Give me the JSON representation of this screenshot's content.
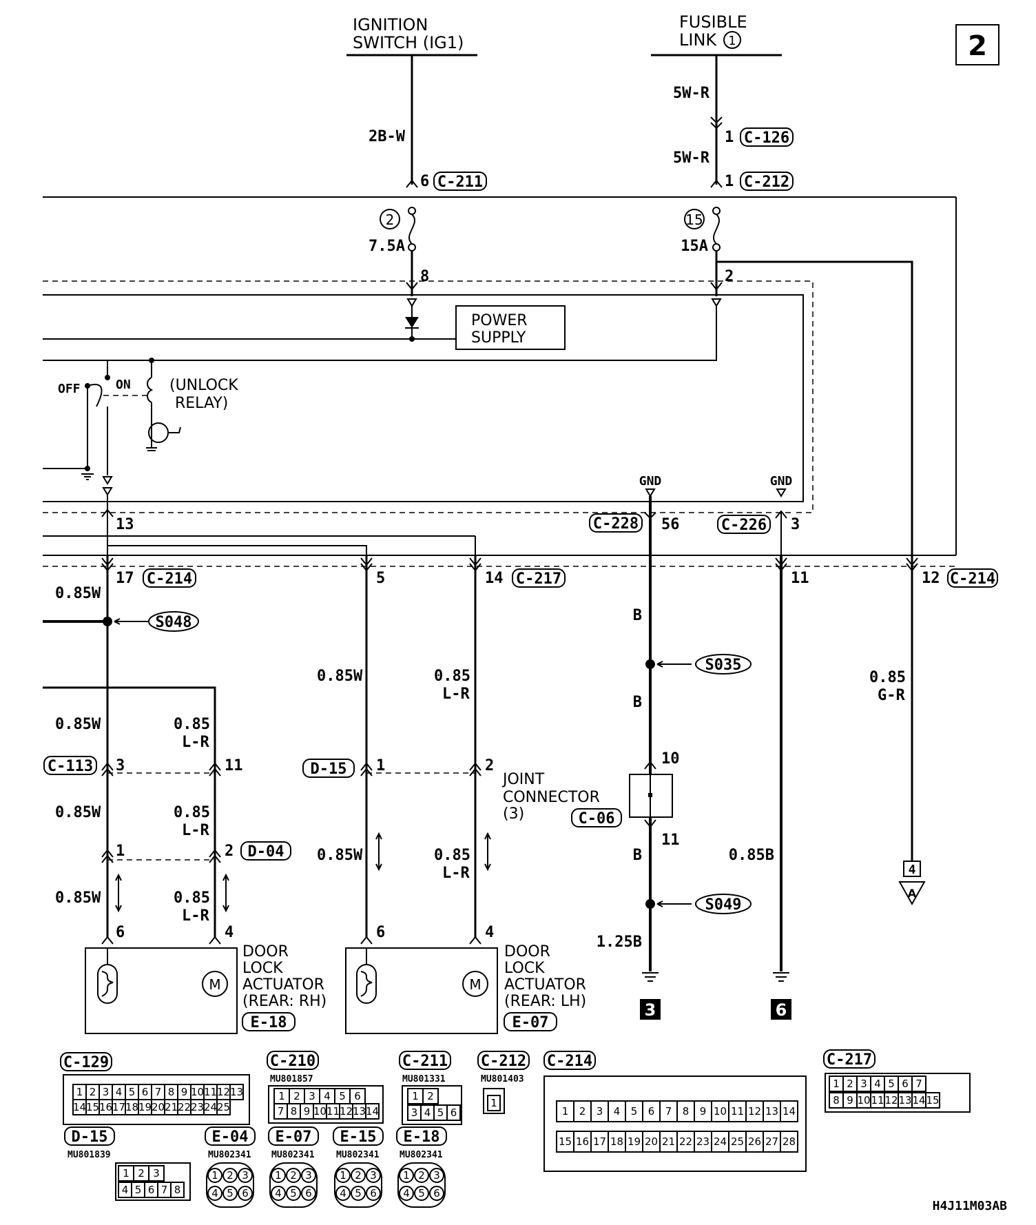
{
  "page_number": "2",
  "sources": {
    "ignition": [
      "IGNITION",
      "SWITCH (IG1)"
    ],
    "fusible": [
      "FUSIBLE",
      "LINK"
    ],
    "fusible_num": "1"
  },
  "wires": {
    "w2bw": "2B-W",
    "w5wr": "5W-R",
    "w085w": "0.85W",
    "w085": "0.85",
    "wlr": "L-R",
    "wb": "B",
    "wgr": "G-R",
    "w085b": "0.85B",
    "w125b": "1.25B"
  },
  "connectors": {
    "c126": "C-126",
    "c211": "C-211",
    "c212": "C-212",
    "c214": "C-214",
    "c217": "C-217",
    "c228": "C-228",
    "c226": "C-226",
    "c113": "C-113",
    "d15": "D-15",
    "d04": "D-04",
    "c06": "C-06",
    "e18": "E-18",
    "e07": "E-07",
    "c129": "C-129",
    "c210": "C-210",
    "e04": "E-04",
    "e15": "E-15"
  },
  "pins": {
    "p1": "1",
    "p2": "2",
    "p3": "3",
    "p4": "4",
    "p5": "5",
    "p6": "6",
    "p8": "8",
    "p10": "10",
    "p11": "11",
    "p12": "12",
    "p13": "13",
    "p14": "14",
    "p17": "17",
    "p56": "56"
  },
  "fuses": {
    "f2": "2",
    "f2a": "7.5A",
    "f15": "15",
    "f15a": "15A"
  },
  "blocks": {
    "power_supply": [
      "POWER",
      "SUPPLY"
    ],
    "unlock_relay": [
      "(UNLOCK",
      "RELAY)"
    ],
    "off": "OFF",
    "on": "ON",
    "gnd": "GND",
    "joint": [
      "JOINT",
      "CONNECTOR",
      "(3)"
    ],
    "actuator_rh": [
      "DOOR",
      "LOCK",
      "ACTUATOR",
      "(REAR: RH)"
    ],
    "actuator_lh": [
      "DOOR",
      "LOCK",
      "ACTUATOR",
      "(REAR: LH)"
    ]
  },
  "splices": {
    "s048": "S048",
    "s035": "S035",
    "s049": "S049"
  },
  "grounds": {
    "g3": "3",
    "g6": "6"
  },
  "arrow_ref": {
    "num": "4",
    "letter": "A"
  },
  "part_numbers": {
    "c210": "MU801857",
    "c211": "MU801331",
    "c212": "MU801403",
    "d15": "MU801839",
    "e04": "MU802341",
    "e07": "MU802341",
    "e15": "MU802341",
    "e18": "MU802341"
  },
  "connector_cells": {
    "c129_top": [
      "1",
      "2",
      "3",
      "4",
      "5",
      "6",
      "7",
      "8",
      "9",
      "10",
      "11",
      "12",
      "13"
    ],
    "c129_bot": [
      "14",
      "15",
      "16",
      "17",
      "18",
      "19",
      "20",
      "21",
      "22",
      "23",
      "24",
      "25"
    ],
    "c210_top": [
      "1",
      "2",
      "3",
      "4",
      "5",
      "6"
    ],
    "c210_bot": [
      "7",
      "8",
      "9",
      "10",
      "11",
      "12",
      "13",
      "14"
    ],
    "c211_top": [
      "1",
      "2"
    ],
    "c211_bot": [
      "3",
      "4",
      "5",
      "6"
    ],
    "c212": [
      "1"
    ],
    "c214_top": [
      "1",
      "2",
      "3",
      "4",
      "5",
      "6",
      "7",
      "8",
      "9",
      "10",
      "11",
      "12",
      "13",
      "14"
    ],
    "c214_bot": [
      "15",
      "16",
      "17",
      "18",
      "19",
      "20",
      "21",
      "22",
      "23",
      "24",
      "25",
      "26",
      "27",
      "28"
    ],
    "c217_top": [
      "1",
      "2",
      "3",
      "4",
      "5",
      "6",
      "7"
    ],
    "c217_bot": [
      "8",
      "9",
      "10",
      "11",
      "12",
      "13",
      "14",
      "15"
    ],
    "d15_top": [
      "1",
      "2",
      "3"
    ],
    "d15_bot": [
      "4",
      "5",
      "6",
      "7",
      "8"
    ],
    "round_top": [
      "1",
      "2",
      "3"
    ],
    "round_bot": [
      "4",
      "5",
      "6"
    ]
  },
  "diagram_code": "H4J11M03AB"
}
